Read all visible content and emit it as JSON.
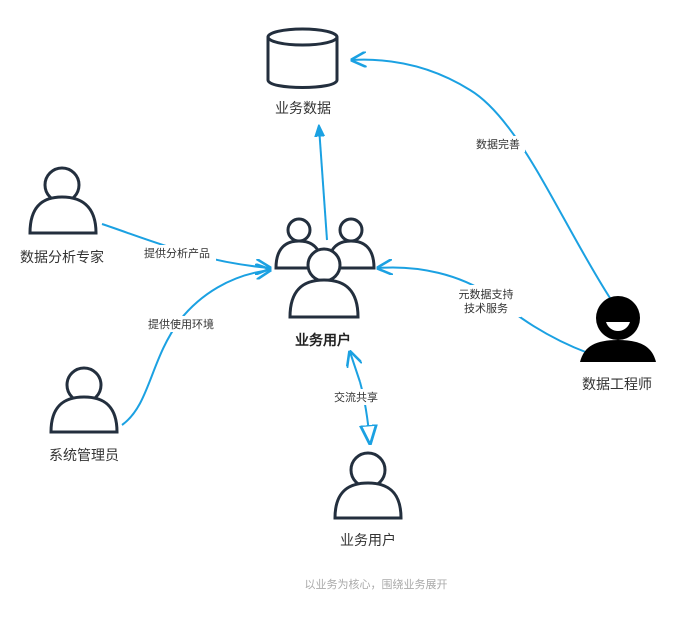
{
  "nodes": {
    "business_data": "业务数据",
    "data_analyst": "数据分析专家",
    "business_user_center": "业务用户",
    "sys_admin": "系统管理员",
    "business_user_bottom": "业务用户",
    "data_engineer": "数据工程师"
  },
  "edges": {
    "analyst_to_users": "提供分析产品",
    "admin_to_users": "提供使用环境",
    "engineer_to_data": "数据完善",
    "engineer_to_users_line1": "元数据支持",
    "engineer_to_users_line2": "技术服务",
    "users_exchange": "交流共享"
  },
  "footer": "以业务为核心，围绕业务展开",
  "colors": {
    "edge": "#1ba1e2",
    "icon_stroke": "#232f3e",
    "engineer_fill": "#000000",
    "footer": "#aaaaaa"
  }
}
